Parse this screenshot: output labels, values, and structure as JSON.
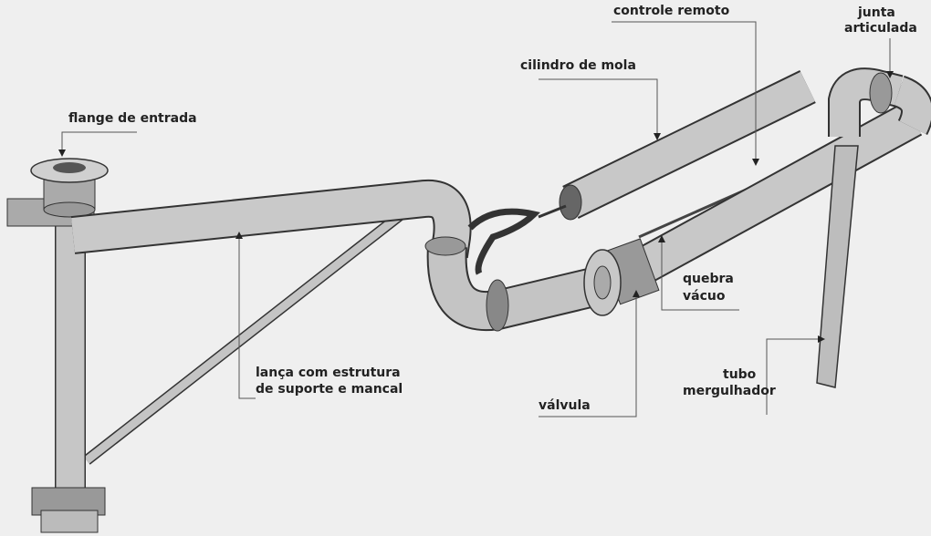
{
  "labels": {
    "flange": "flange de entrada",
    "cylinder": "cilindro de mola",
    "remote": "controle remoto",
    "joint_1": "junta",
    "joint_2": "articulada",
    "vacuum_1": "quebra",
    "vacuum_2": "vácuo",
    "boom_1": "lança com estrutura",
    "boom_2": "de suporte e mancal",
    "valve": "válvula",
    "dip_1": "tubo",
    "dip_2": "mergulhador"
  },
  "colors": {
    "background": "#efefef",
    "pipe": "#c8c8c8",
    "outline": "#333333"
  }
}
